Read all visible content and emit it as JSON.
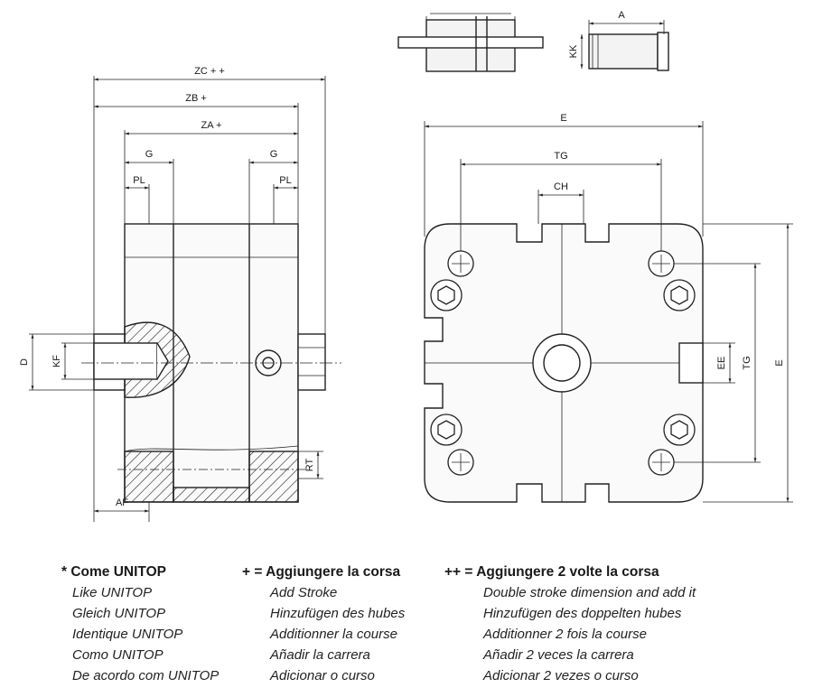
{
  "dimensions": {
    "zc": "ZC + +",
    "zb": "ZB +",
    "za": "ZA  +",
    "g": "G",
    "pl": "PL",
    "d": "D",
    "kf": "KF",
    "af": "AF",
    "rt": "RT",
    "a": "A",
    "kk": "KK",
    "e": "E",
    "tg": "TG",
    "ch": "CH",
    "ee": "EE"
  },
  "legend": {
    "col1": {
      "head": "* Come UNITOP",
      "lines": [
        "Like UNITOP",
        "Gleich UNITOP",
        "Identique UNITOP",
        "Como UNITOP",
        "De acordo com UNITOP"
      ]
    },
    "col2": {
      "head": "+ = Aggiungere la corsa",
      "lines": [
        "Add Stroke",
        "Hinzufügen des hubes",
        "Additionner la course",
        "Añadir la carrera",
        "Adicionar o curso"
      ]
    },
    "col3": {
      "head": "++ = Aggiungere 2 volte la corsa",
      "lines": [
        "Double stroke dimension and add it",
        "Hinzufügen des doppelten hubes",
        "Additionner 2 fois la course",
        "Añadir 2 veces la carrera",
        "Adicionar 2 vezes o curso"
      ]
    }
  }
}
